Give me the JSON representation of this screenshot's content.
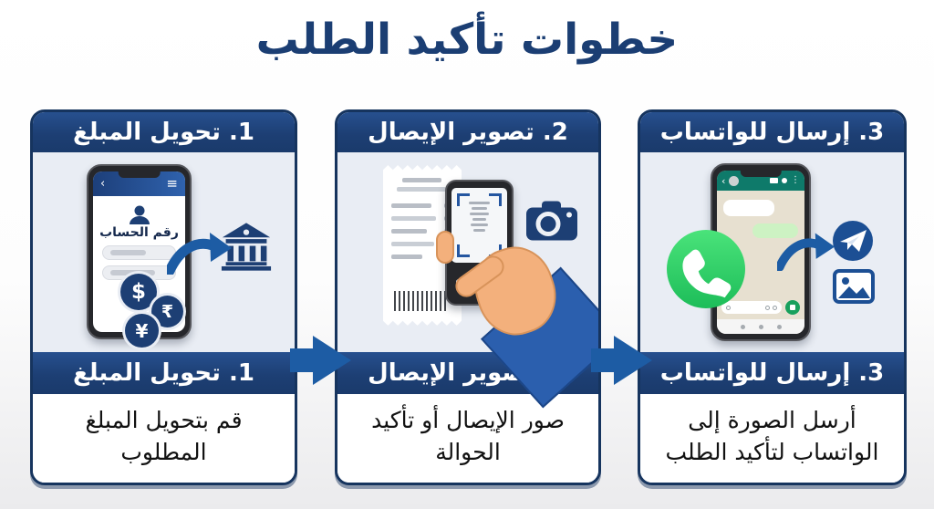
{
  "title": "خطوات تأكيد الطلب",
  "steps": [
    {
      "header": "1. تحويل المبلغ",
      "description": "قم بتحويل المبلغ المطلوب"
    },
    {
      "header": "2. تصوير الإيصال",
      "description": "صور الإيصال أو تأكيد الحوالة"
    },
    {
      "header": "3. إرسال للواتساب",
      "description": "أرسل الصورة إلى الواتساب لتأكيد الطلب"
    }
  ],
  "step1": {
    "account_label": "رقم الحساب",
    "currencies": [
      "$",
      "₹",
      "¥"
    ]
  },
  "phone_ui": {
    "back_glyph": "‹",
    "menu_glyph": "≡",
    "whatsapp_back_glyph": "‹",
    "whatsapp_menu_glyph": "⋮"
  },
  "icons": {
    "step1": [
      "smartphone-bank-app",
      "user-icon",
      "dollar-coin-icon",
      "rupee-coin-icon",
      "yen-coin-icon",
      "curved-arrow-icon",
      "bank-icon"
    ],
    "step2": [
      "receipt-icon",
      "smartphone-camera",
      "viewfinder-icon",
      "hand-illustration",
      "camera-icon"
    ],
    "step3": [
      "smartphone-whatsapp",
      "whatsapp-icon",
      "curved-arrow-icon",
      "telegram-icon",
      "photo-icon"
    ],
    "between_panels": "right-flow-arrow-icon"
  },
  "colors": {
    "navy": "#1d3f74",
    "navy_dark": "#16345e",
    "arrow_blue": "#1d5ca4",
    "panel_bg": "#e9edf4",
    "title_navy": "#1b3e73",
    "whatsapp_green": "#25d366",
    "whatsapp_teal": "#0e7a6a"
  }
}
